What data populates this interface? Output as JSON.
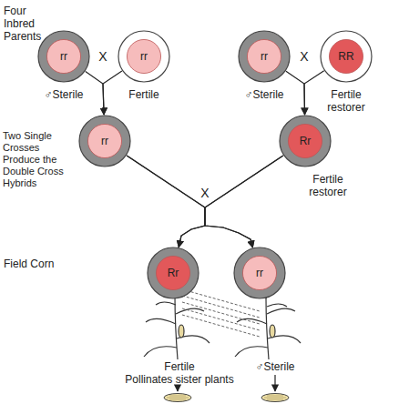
{
  "diagram": {
    "nodes": [
      {
        "text": [
          "rr",
          "♂Sterile"
        ]
      },
      {
        "text": [
          "rr",
          "Fertile"
        ]
      },
      {
        "text": [
          "rr",
          "♂Sterile"
        ]
      },
      {
        "text": [
          "RR",
          "Fertile restorer"
        ]
      },
      {
        "text": [
          "rr"
        ]
      },
      {
        "text": [
          "Rr",
          "Fertile restorer"
        ]
      },
      {
        "text": [
          "Rr"
        ]
      },
      {
        "text": [
          "rr"
        ]
      }
    ],
    "edges": [
      {
        "from": 0,
        "to": 4,
        "arrow": "to"
      },
      {
        "from": 1,
        "to": 4,
        "arrow": "to"
      },
      {
        "from": 2,
        "to": 5,
        "arrow": "to"
      },
      {
        "from": 3,
        "to": 5,
        "arrow": "to"
      },
      {
        "from": 4,
        "to": 6,
        "arrow": "to"
      },
      {
        "from": 5,
        "to": 6,
        "arrow": "to"
      },
      {
        "from": 4,
        "to": 7,
        "arrow": "to"
      },
      {
        "from": 5,
        "to": 7,
        "arrow": "to"
      }
    ],
    "labels": [
      "Four Inbred Parents",
      "X",
      "X",
      "Two Single Crosses Produce the Double Cross Hybrids",
      "X",
      "Field Corn",
      "Fertile",
      "Pollinates sister plants",
      "♂Sterile"
    ]
  }
}
